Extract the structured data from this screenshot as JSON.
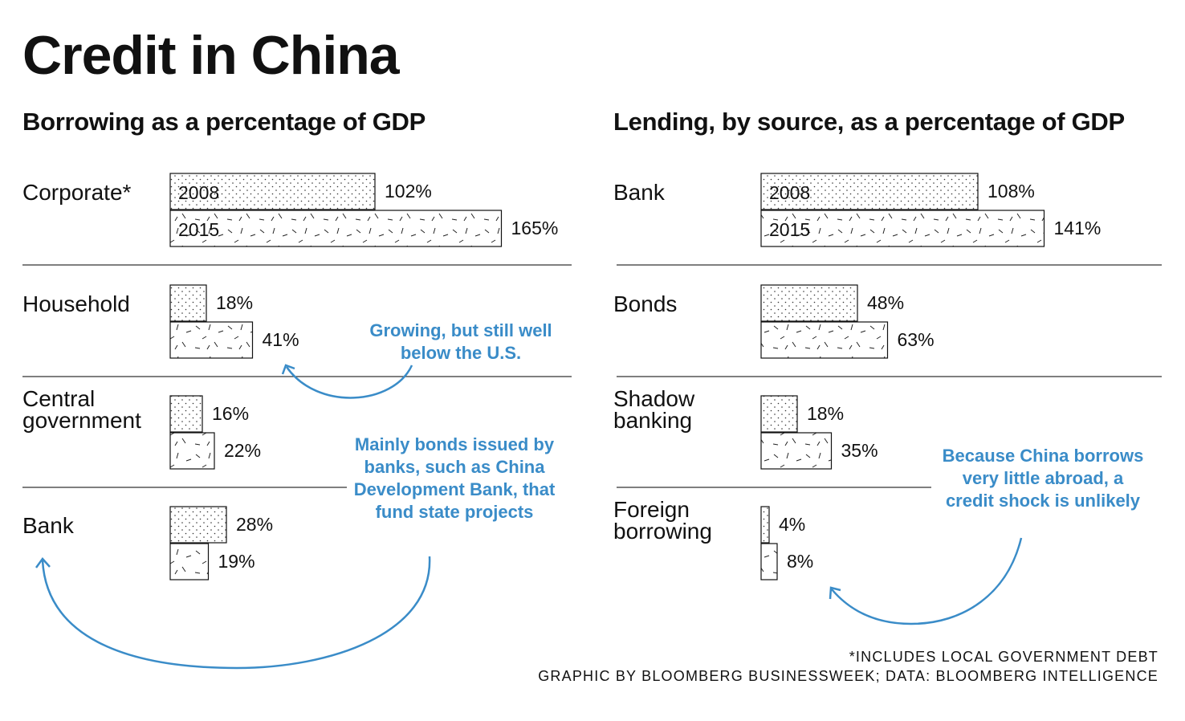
{
  "title": "Credit in China",
  "footnote": "*INCLUDES LOCAL GOVERNMENT DEBT",
  "credit": "GRAPHIC BY BLOOMBERG BUSINESSWEEK; DATA: BLOOMBERG INTELLIGENCE",
  "colors": {
    "annotation": "#3a8cc8",
    "bar_stroke": "#111111"
  },
  "chart_data": [
    {
      "type": "bar",
      "title": "Borrowing as a percentage of GDP",
      "unit": "%",
      "series": [
        {
          "name": "2008"
        },
        {
          "name": "2015"
        }
      ],
      "categories": [
        "Corporate*",
        "Household",
        "Central government",
        "Bank"
      ],
      "values": [
        [
          102,
          165
        ],
        [
          18,
          41
        ],
        [
          16,
          22
        ],
        [
          28,
          19
        ]
      ],
      "annotations": [
        {
          "text": "Growing, but still well below the U.S.",
          "target": "Household"
        },
        {
          "text": "Mainly bonds issued by banks, such as China Development Bank, that fund state projects",
          "target": "Bank"
        }
      ]
    },
    {
      "type": "bar",
      "title": "Lending, by source, as a percentage of GDP",
      "unit": "%",
      "series": [
        {
          "name": "2008"
        },
        {
          "name": "2015"
        }
      ],
      "categories": [
        "Bank",
        "Bonds",
        "Shadow banking",
        "Foreign borrowing"
      ],
      "values": [
        [
          108,
          141
        ],
        [
          48,
          63
        ],
        [
          18,
          35
        ],
        [
          4,
          8
        ]
      ],
      "annotations": [
        {
          "text": "Because China borrows very little abroad, a credit shock is unlikely",
          "target": "Foreign borrowing"
        }
      ]
    }
  ]
}
